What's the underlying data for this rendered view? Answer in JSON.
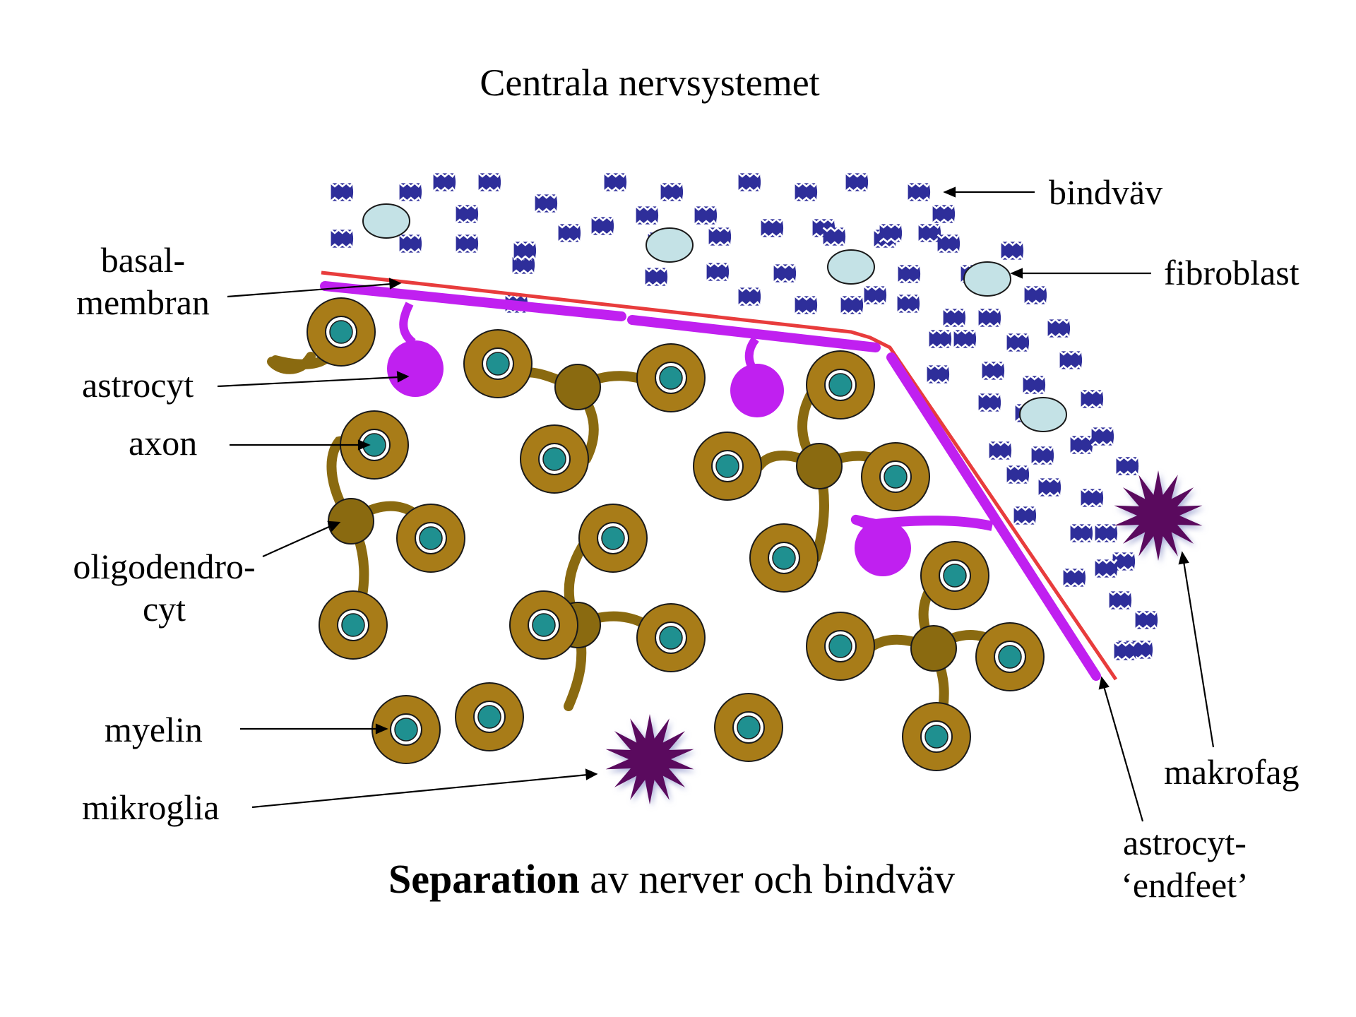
{
  "title": "Centrala nervsystemet",
  "caption": {
    "bold": "Separation",
    "rest": " av nerver och bindväv"
  },
  "labels": {
    "basalmembran": [
      "basal-",
      "membran"
    ],
    "astrocyt": "astrocyt",
    "axon": "axon",
    "oligodendrocyt": [
      "oligodendro-",
      "cyt"
    ],
    "myelin": "myelin",
    "mikroglia": "mikroglia",
    "bindvav": "bindväv",
    "fibroblast": "fibroblast",
    "makrofag": "makrofag",
    "endfeet": [
      "astrocyt-",
      "‘endfeet’"
    ]
  },
  "colors": {
    "basal_membrane": "#e83c3c",
    "astrocyte": "#c020f0",
    "myelin": "#a87c18",
    "oligodendrocyte": "#8a6a10",
    "axon": "#1f9090",
    "collagen": "#2e2e9a",
    "fibroblast": "#c4e2e6",
    "microglia": "#5a0a5e"
  }
}
